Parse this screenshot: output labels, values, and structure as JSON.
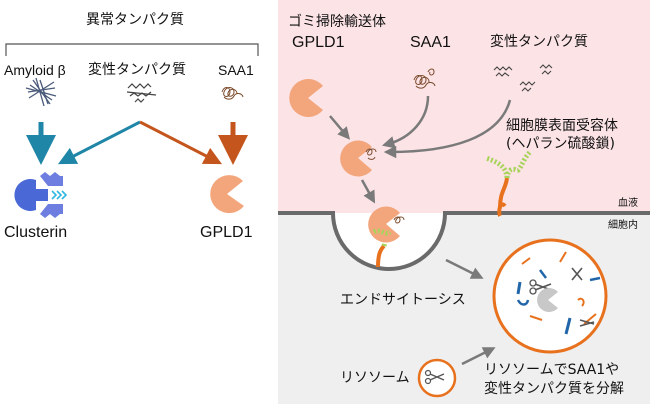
{
  "left": {
    "title": "異常タンパク質",
    "amyloid_label": "Amyloid β",
    "denatured_label": "変性タンパク質",
    "saa1_label": "SAA1",
    "clusterin_label": "Clusterin",
    "gpld1_label": "GPLD1"
  },
  "right": {
    "gpld1_heading_line1": "ゴミ掃除輸送体",
    "gpld1_heading_line2": "GPLD1",
    "saa1_label": "SAA1",
    "denatured_label": "変性タンパク質",
    "receptor_line1": "細胞膜表面受容体",
    "receptor_line2": "(ヘパラン硫酸鎖)",
    "blood_label": "血液",
    "intracellular_label": "細胞内",
    "endocytosis_label": "エンドサイトーシス",
    "lysosome_label": "リソソーム",
    "result_line1": "リソソームでSAA1や",
    "result_line2": "変性タンパク質を分解"
  },
  "colors": {
    "blood_bg": "#fce3e6",
    "cell_bg": "#efefef",
    "gpld1": "#f3a67c",
    "receptor_orange": "#e8711e",
    "receptor_green": "#a8d35a",
    "arrow_blue": "#1f86a8",
    "arrow_orange": "#c4551c",
    "arrow_gray": "#7a7a7a",
    "clusterin_blue": "#4a69d6",
    "membrane": "#6a6a6a"
  }
}
